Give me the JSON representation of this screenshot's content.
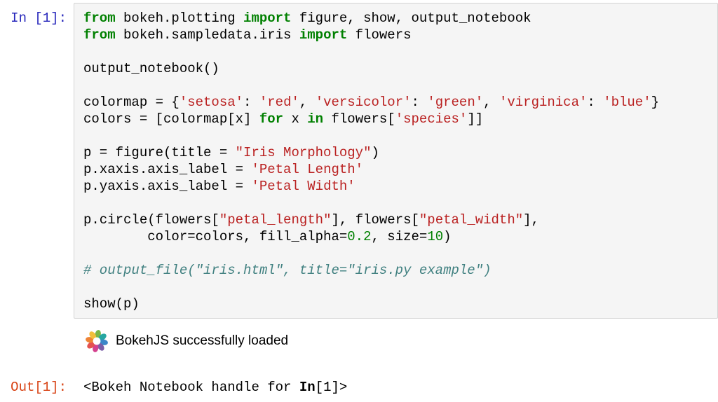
{
  "colors": {
    "in_prompt": "#2727bb",
    "out_prompt": "#d84315",
    "keyword": "#008000",
    "string": "#ba2121",
    "number": "#008000",
    "comment": "#408080",
    "cell_background": "#f5f5f5",
    "cell_border": "#d4d4d4",
    "page_background": "#ffffff"
  },
  "input_cell": {
    "prompt": "In [1]:",
    "lines": [
      [
        {
          "t": "from",
          "c": "k"
        },
        {
          "t": " bokeh.plotting ",
          "c": "p"
        },
        {
          "t": "import",
          "c": "k"
        },
        {
          "t": " figure, show, output_notebook",
          "c": "p"
        }
      ],
      [
        {
          "t": "from",
          "c": "k"
        },
        {
          "t": " bokeh.sampledata.iris ",
          "c": "p"
        },
        {
          "t": "import",
          "c": "k"
        },
        {
          "t": " flowers",
          "c": "p"
        }
      ],
      [],
      [
        {
          "t": "output_notebook()",
          "c": "p"
        }
      ],
      [],
      [
        {
          "t": "colormap = {",
          "c": "p"
        },
        {
          "t": "'setosa'",
          "c": "s"
        },
        {
          "t": ": ",
          "c": "p"
        },
        {
          "t": "'red'",
          "c": "s"
        },
        {
          "t": ", ",
          "c": "p"
        },
        {
          "t": "'versicolor'",
          "c": "s"
        },
        {
          "t": ": ",
          "c": "p"
        },
        {
          "t": "'green'",
          "c": "s"
        },
        {
          "t": ", ",
          "c": "p"
        },
        {
          "t": "'virginica'",
          "c": "s"
        },
        {
          "t": ": ",
          "c": "p"
        },
        {
          "t": "'blue'",
          "c": "s"
        },
        {
          "t": "}",
          "c": "p"
        }
      ],
      [
        {
          "t": "colors = [colormap[x] ",
          "c": "p"
        },
        {
          "t": "for",
          "c": "k"
        },
        {
          "t": " x ",
          "c": "p"
        },
        {
          "t": "in",
          "c": "k"
        },
        {
          "t": " flowers[",
          "c": "p"
        },
        {
          "t": "'species'",
          "c": "s"
        },
        {
          "t": "]]",
          "c": "p"
        }
      ],
      [],
      [
        {
          "t": "p = figure(title = ",
          "c": "p"
        },
        {
          "t": "\"Iris Morphology\"",
          "c": "s"
        },
        {
          "t": ")",
          "c": "p"
        }
      ],
      [
        {
          "t": "p.xaxis.axis_label = ",
          "c": "p"
        },
        {
          "t": "'Petal Length'",
          "c": "s"
        }
      ],
      [
        {
          "t": "p.yaxis.axis_label = ",
          "c": "p"
        },
        {
          "t": "'Petal Width'",
          "c": "s"
        }
      ],
      [],
      [
        {
          "t": "p.circle(flowers[",
          "c": "p"
        },
        {
          "t": "\"petal_length\"",
          "c": "s"
        },
        {
          "t": "], flowers[",
          "c": "p"
        },
        {
          "t": "\"petal_width\"",
          "c": "s"
        },
        {
          "t": "],",
          "c": "p"
        }
      ],
      [
        {
          "t": "        color=colors, fill_alpha=",
          "c": "p"
        },
        {
          "t": "0.2",
          "c": "n"
        },
        {
          "t": ", size=",
          "c": "p"
        },
        {
          "t": "10",
          "c": "n"
        },
        {
          "t": ")",
          "c": "p"
        }
      ],
      [],
      [
        {
          "t": "# output_file(\"iris.html\", title=\"iris.py example\")",
          "c": "c"
        }
      ],
      [],
      [
        {
          "t": "show(p)",
          "c": "p"
        }
      ]
    ]
  },
  "output_area": {
    "message": "BokehJS successfully loaded",
    "logo": {
      "name": "bokeh-logo",
      "colors": [
        "#7ab648",
        "#26a7a2",
        "#3b87c8",
        "#7b5ea7",
        "#d4418e",
        "#e4524f",
        "#ee8335",
        "#f2bf3a"
      ]
    }
  },
  "output_cell": {
    "prompt": "Out[1]:",
    "lines": [
      [
        {
          "t": "<Bokeh Notebook handle for ",
          "c": "p"
        },
        {
          "t": "In",
          "c": "b"
        },
        {
          "t": "[1]>",
          "c": "p"
        }
      ]
    ]
  }
}
